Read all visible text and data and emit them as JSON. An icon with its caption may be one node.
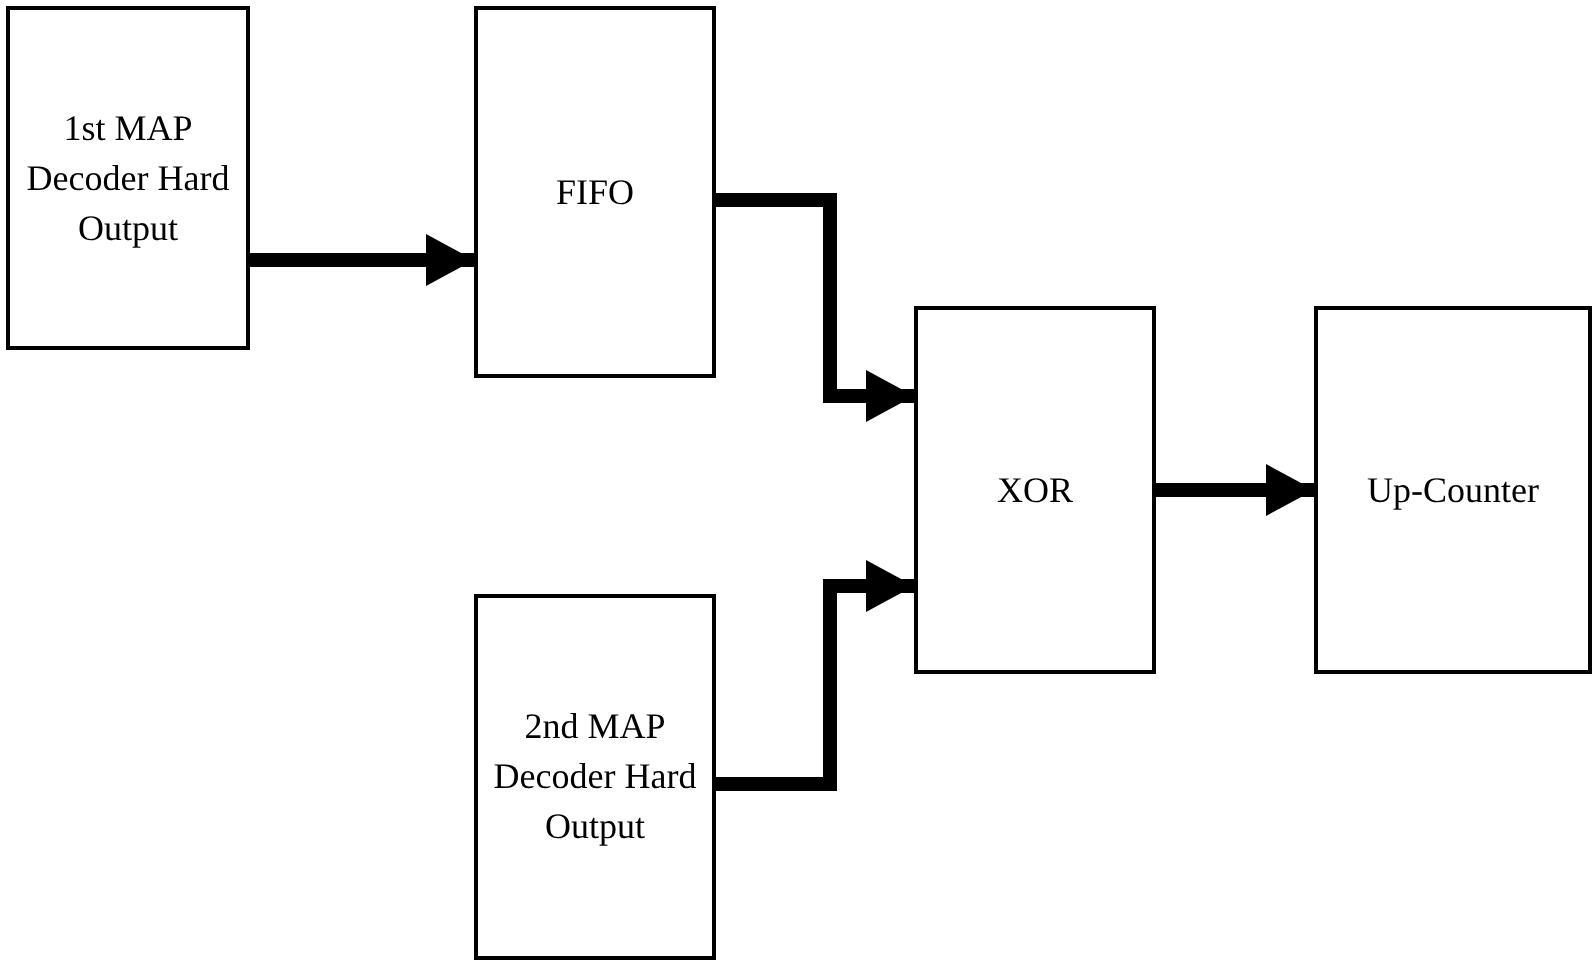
{
  "diagram": {
    "nodes": [
      {
        "text": [
          "1st MAP Decoder Hard Output"
        ]
      },
      {
        "text": [
          "FIFO"
        ]
      },
      {
        "text": [
          "XOR"
        ]
      },
      {
        "text": [
          "Up-Counter"
        ]
      },
      {
        "text": [
          "2nd MAP Decoder Hard Output"
        ]
      }
    ],
    "edges": [
      {
        "from": 0,
        "to": 1,
        "arrow": "to"
      },
      {
        "from": 1,
        "to": 2,
        "arrow": "to"
      },
      {
        "from": 4,
        "to": 2,
        "arrow": "to"
      },
      {
        "from": 2,
        "to": 3,
        "arrow": "to"
      }
    ]
  }
}
